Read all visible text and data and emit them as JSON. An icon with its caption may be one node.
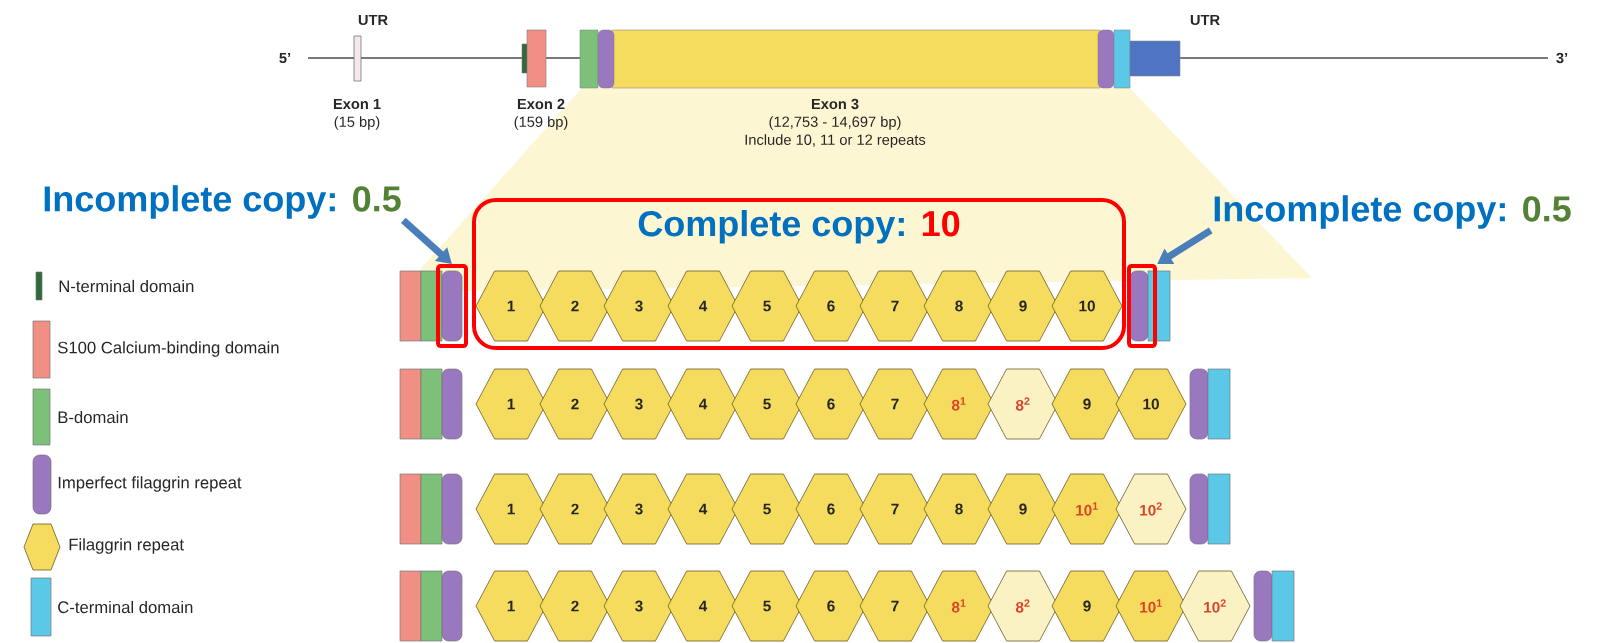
{
  "diagram": {
    "nodes": [
      {
        "text": [
          "Incomplete copy:",
          "0.5"
        ]
      },
      {
        "text": [],
        "shape": "box"
      },
      {
        "text": [
          "Complete copy:",
          "10"
        ]
      },
      {
        "text": [
          "1"
        ],
        "in": 2
      },
      {
        "text": [
          "2"
        ],
        "in": 2
      },
      {
        "text": [
          "3"
        ],
        "in": 2
      },
      {
        "text": [
          "4"
        ],
        "in": 2
      },
      {
        "text": [
          "5"
        ],
        "in": 2
      },
      {
        "text": [
          "6"
        ],
        "in": 2
      },
      {
        "text": [
          "7"
        ],
        "in": 2
      },
      {
        "text": [
          "8"
        ],
        "in": 2
      },
      {
        "text": [
          "9"
        ],
        "in": 2
      },
      {
        "text": [
          "10"
        ],
        "in": 2
      },
      {
        "text": [],
        "shape": "box"
      },
      {
        "text": [
          "Incomplete copy:",
          "0.5"
        ]
      },
      {
        "text": [
          "1"
        ]
      },
      {
        "text": [
          "2"
        ]
      },
      {
        "text": [
          "3"
        ]
      },
      {
        "text": [
          "4"
        ]
      },
      {
        "text": [
          "5"
        ]
      },
      {
        "text": [
          "6"
        ]
      },
      {
        "text": [
          "7"
        ]
      },
      {
        "text": [
          "8$^{1}$"
        ]
      },
      {
        "text": [
          "8$^{2}$"
        ]
      },
      {
        "text": [
          "9"
        ]
      },
      {
        "text": [
          "10"
        ]
      },
      {
        "text": [
          "1"
        ]
      },
      {
        "text": [
          "2"
        ]
      },
      {
        "text": [
          "3"
        ]
      },
      {
        "text": [
          "4"
        ]
      },
      {
        "text": [
          "5"
        ]
      },
      {
        "text": [
          "6"
        ]
      },
      {
        "text": [
          "7"
        ]
      },
      {
        "text": [
          "8"
        ]
      },
      {
        "text": [
          "9"
        ]
      },
      {
        "text": [
          "10$^{1}$"
        ]
      },
      {
        "text": [
          "10$^{2}$"
        ]
      },
      {
        "text": [
          "1"
        ]
      },
      {
        "text": [
          "2"
        ]
      },
      {
        "text": [
          "3"
        ]
      },
      {
        "text": [
          "4"
        ]
      },
      {
        "text": [
          "5"
        ]
      },
      {
        "text": [
          "6"
        ]
      },
      {
        "text": [
          "7"
        ]
      },
      {
        "text": [
          "8$^{1}$"
        ]
      },
      {
        "text": [
          "8$^{2}$"
        ]
      },
      {
        "text": [
          "9"
        ]
      },
      {
        "text": [
          "10$^{1}$"
        ]
      },
      {
        "text": [
          "10$^{2}$"
        ]
      }
    ],
    "edges": [
      {
        "from": 0,
        "to": 1,
        "arrow": "to"
      },
      {
        "from": 14,
        "to": 13,
        "arrow": "to"
      }
    ],
    "labels": [
      "UTR",
      "UTR",
      "5’",
      "3’",
      "Exon 1",
      "(15 bp)",
      "Exon 2",
      "(159 bp)",
      "Exon 3",
      "(12,753 - 14,697 bp)",
      "Include 10, 11 or 12 repeats"
    ],
    "legend": [
      {
        "text": "N-terminal domain",
        "color": "#2f6b3a"
      },
      {
        "text": "S100 Calcium-binding domain",
        "color": "#f08f84"
      },
      {
        "text": "B-domain",
        "color": "#7dc07a"
      },
      {
        "text": "Imperfect filaggrin repeat",
        "color": "#9a78bf"
      },
      {
        "text": "Filaggrin repeat"
      },
      {
        "text": "C-terminal domain",
        "color": "#5bc8e8"
      }
    ]
  }
}
